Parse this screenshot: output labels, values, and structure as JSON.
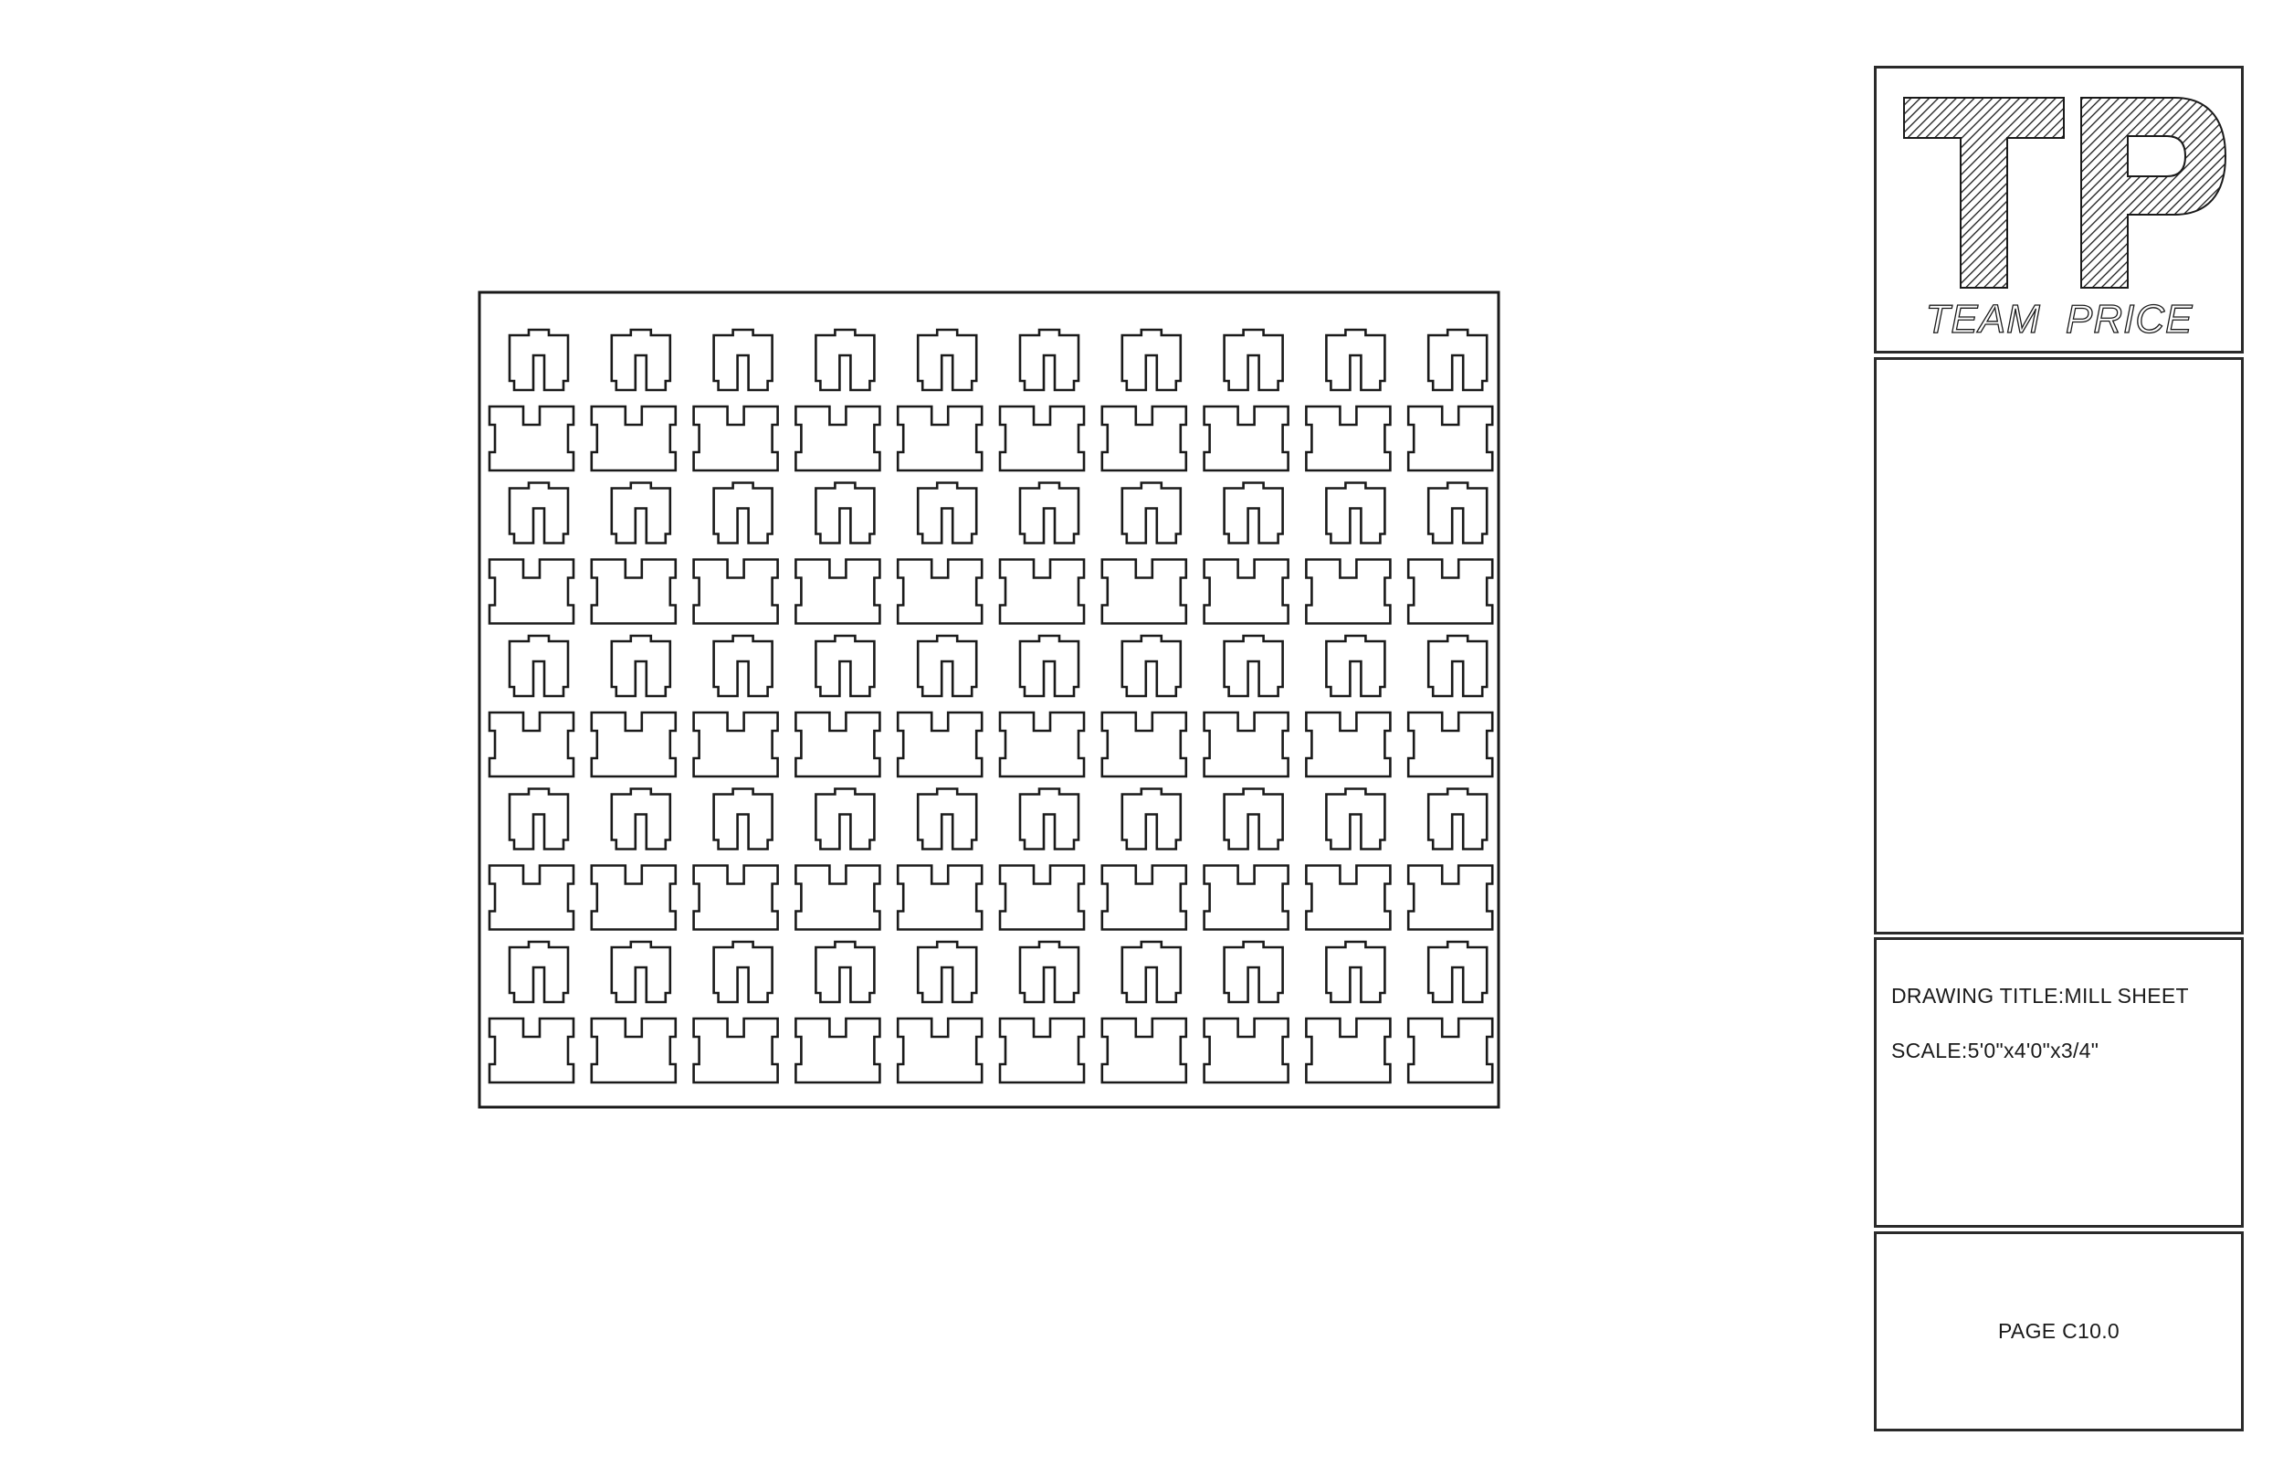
{
  "title_block": {
    "logo": {
      "letters": "TP",
      "company": "TEAM PRICE"
    },
    "drawing_title_label": "DRAWING TITLE:",
    "drawing_title_value": "MILL SHEET",
    "drawing_title_line": "DRAWING TITLE:MILL SHEET",
    "scale_label": "SCALE:",
    "scale_value": "5'0\"x4'0\"x3/4\"",
    "scale_line": "SCALE:5'0\"x4'0\"x3/4\"",
    "page_label": "PAGE C10.0"
  },
  "mill_sheet": {
    "columns": 10,
    "rows": 5,
    "pieces_per_cell": [
      "upper-notched-piece",
      "lower-slotted-piece"
    ]
  },
  "colors": {
    "line": "#1a1a1a",
    "border": "#2a2a2a",
    "background": "#ffffff"
  }
}
